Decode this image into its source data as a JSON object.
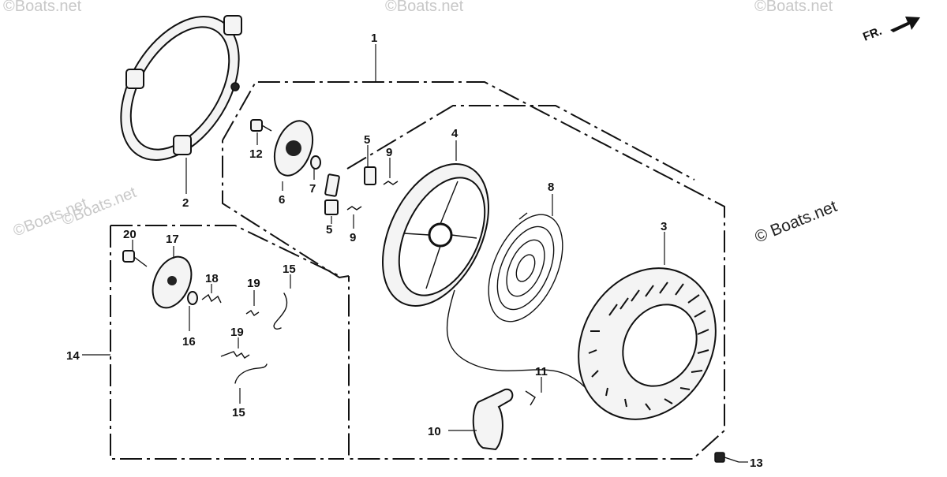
{
  "watermark": {
    "main": "© Boats.net",
    "faint": "©Boats.net"
  },
  "direction": {
    "label": "FR.",
    "icon": "arrow-right-icon"
  },
  "callouts": {
    "c1": "1",
    "c2": "2",
    "c3": "3",
    "c4": "4",
    "c5a": "5",
    "c5b": "5",
    "c6": "6",
    "c7": "7",
    "c8": "8",
    "c9a": "9",
    "c9b": "9",
    "c10": "10",
    "c11": "11",
    "c12": "12",
    "c13": "13",
    "c14": "14",
    "c15a": "15",
    "c15b": "15",
    "c16": "16",
    "c17": "17",
    "c18": "18",
    "c19a": "19",
    "c19b": "19",
    "c20": "20"
  },
  "colors": {
    "ink": "#111111",
    "watermark": "#c8c8c8"
  }
}
